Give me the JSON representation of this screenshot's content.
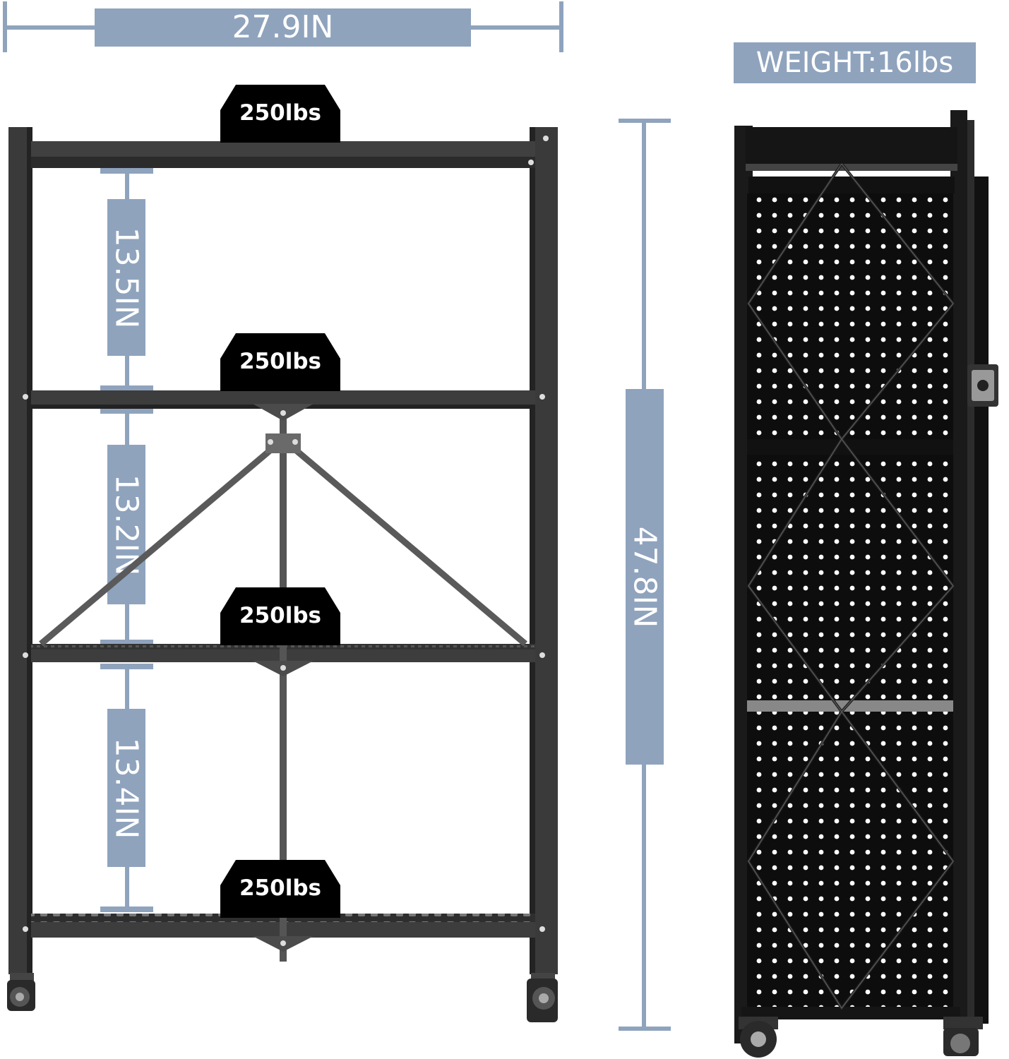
{
  "product": {
    "width_label": "27.9IN",
    "height_label": "47.8IN",
    "weight_label": "WEIGHT:16lbs",
    "shelf_gaps": [
      "13.5IN",
      "13.2IN",
      "13.4IN"
    ],
    "shelf_capacities": [
      "250lbs",
      "250lbs",
      "250lbs",
      "250lbs"
    ]
  },
  "colors": {
    "dimension_accent": "#8fa3bd",
    "frame": "#3a3a3a",
    "panel": "#111111",
    "badge": "#000000"
  },
  "icons": [
    "caster-wheel-icon",
    "hinge-latch-icon"
  ]
}
